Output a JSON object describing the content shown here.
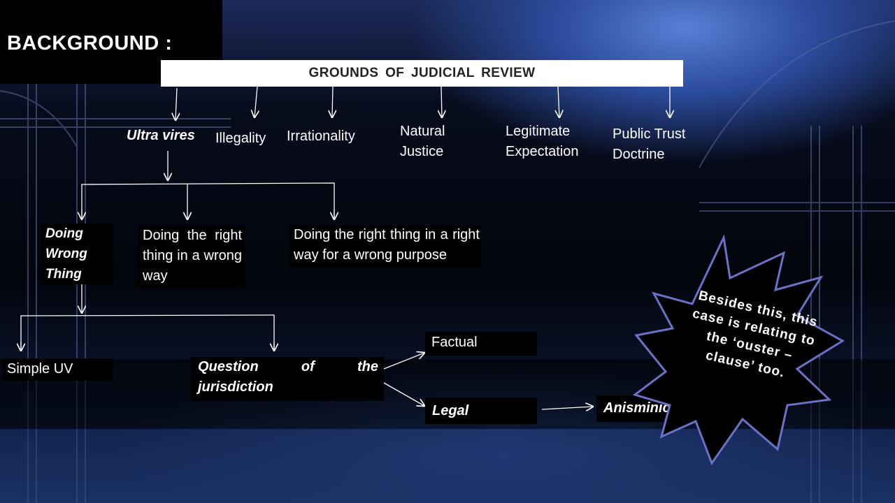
{
  "slide": {
    "title": "BACKGROUND :",
    "header": "GROUNDS OF JUDICIAL REVIEW"
  },
  "grounds": {
    "ultra_vires": "Ultra vires",
    "illegality": "Illegality",
    "irrationality": "Irrationality",
    "natural_justice": "Natural Justice",
    "legitimate_expectation": "Legitimate Expectation",
    "public_trust_doctrine": "Public Trust Doctrine"
  },
  "ultra_vires_branches": {
    "doing_wrong_thing": "Doing Wrong Thing",
    "right_thing_wrong_way": "Doing the right thing in a wrong way",
    "right_thing_wrong_purpose": "Doing the right thing in a right way for a wrong purpose"
  },
  "wrong_thing_branches": {
    "simple_uv": "Simple UV",
    "question_of_jurisdiction": "Question of the jurisdiction"
  },
  "jurisdiction_branches": {
    "factual": "Factual",
    "legal": "Legal",
    "case": "Anisminic"
  },
  "callout": {
    "text": "Besides this, this case is relating to the ‘ouster – clause’ too."
  },
  "colors": {
    "background": "#03050c",
    "accent_blue": "#3f62c4",
    "box_fill": "#000000",
    "text": "#ffffff",
    "star_outline": "#6a72c8"
  }
}
